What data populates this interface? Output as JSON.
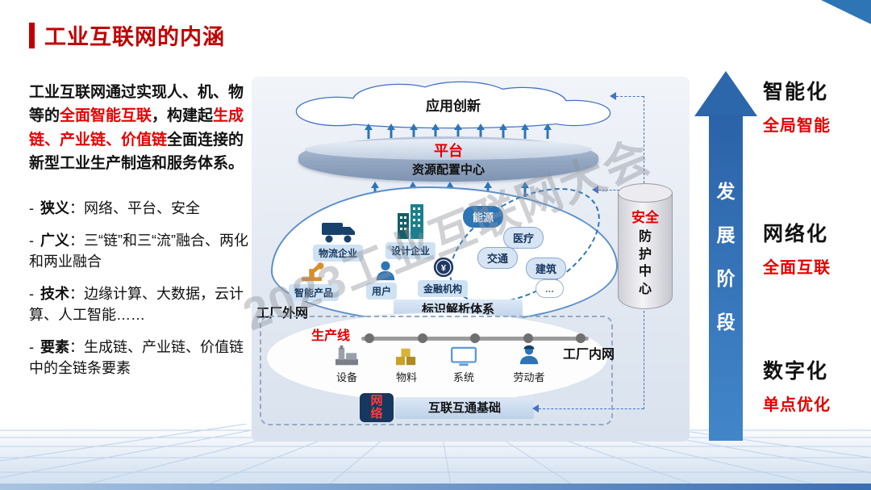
{
  "header": {
    "title": "工业互联网的内涵"
  },
  "watermark": "2023工业互联网大会",
  "left_panel": {
    "dash": "-",
    "intro": [
      "工业互联网通过实现人、机、物等的",
      "全面智能互联",
      "，构建起",
      "生成链、产业链、价值链",
      "全面连接的新型工业生产制造和服务体系。"
    ],
    "bullets": [
      {
        "label": "狭义",
        "text": "：网络、平台、安全"
      },
      {
        "label": "广义",
        "text": "：三“链”和三“流”融合、两化和两业融合"
      },
      {
        "label": "技术",
        "text": "：边缘计算、大数据，云计算、人工智能……"
      },
      {
        "label": "要素",
        "text": "：生成链、产业链、价值链中的全链条要素"
      }
    ]
  },
  "diagram": {
    "cloud": "应用创新",
    "platform": {
      "label": "平台",
      "sublabel": "资源配置中心"
    },
    "entities": [
      {
        "label": "物流企业",
        "icon": "truck-icon"
      },
      {
        "label": "设计企业",
        "icon": "buildings-icon"
      },
      {
        "label": "智能产品",
        "icon": "robot-icon"
      },
      {
        "label": "用户",
        "icon": "user-icon"
      },
      {
        "label": "金融机构",
        "icon": "coin-icon"
      }
    ],
    "industries": [
      "能源",
      "医疗",
      "交通",
      "建筑",
      "..."
    ],
    "factory_outer": "工厂外网",
    "identifier_bar": "标识解析体系",
    "production_line": "生产线",
    "factory_inner": "工厂内网",
    "floor_items": [
      {
        "label": "设备",
        "icon": "machine-icon"
      },
      {
        "label": "物料",
        "icon": "materials-icon"
      },
      {
        "label": "系统",
        "icon": "system-icon"
      },
      {
        "label": "劳动者",
        "icon": "worker-icon"
      }
    ],
    "network": {
      "label": "网络",
      "sublabel": "互联互通基础"
    },
    "security": {
      "label": "安全",
      "sublabel": "防护中心"
    }
  },
  "axis": {
    "arrow_label": "发展阶段",
    "stages": [
      {
        "name": "智能化",
        "desc": "全局智能"
      },
      {
        "name": "网络化",
        "desc": "全面互联"
      },
      {
        "name": "数字化",
        "desc": "单点优化"
      }
    ]
  },
  "colors": {
    "title_red": "#c00000",
    "accent_red": "#e60000",
    "arrow_blue": "#2e75b6",
    "dark_navy": "#17375e",
    "light_blue_pill": "#cfe2f3"
  }
}
